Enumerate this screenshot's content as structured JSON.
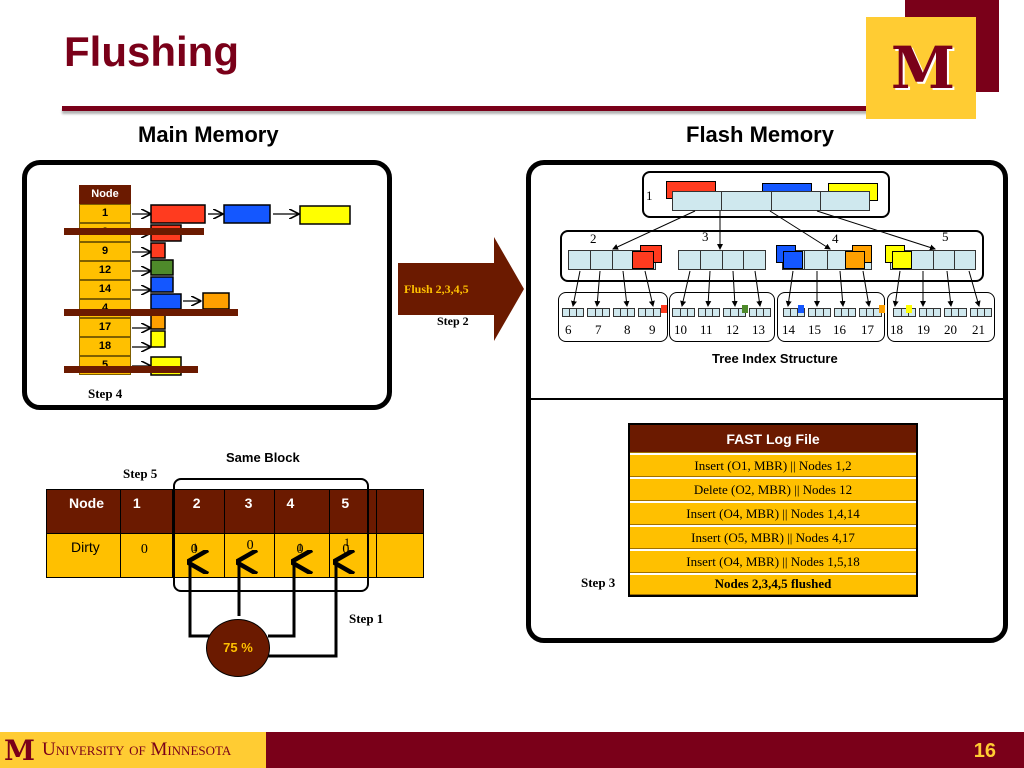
{
  "slide": {
    "title": "Flushing",
    "page_number": "16",
    "footer_text": "University of Minnesota",
    "logo_letter": "M"
  },
  "main_memory": {
    "heading": "Main Memory",
    "node_header": "Node",
    "nodes": [
      "1",
      "2",
      "9",
      "12",
      "14",
      "4",
      "17",
      "18",
      "5"
    ],
    "step4": "Step 4"
  },
  "flush": {
    "label": "Flush 2,3,4,5",
    "step2": "Step 2"
  },
  "flash_memory": {
    "heading": "Flash Memory",
    "root_label": "1",
    "level2_labels": [
      "2",
      "3",
      "4",
      "5"
    ],
    "leaf_labels": [
      "6",
      "7",
      "8",
      "9",
      "10",
      "11",
      "12",
      "13",
      "14",
      "15",
      "16",
      "17",
      "18",
      "19",
      "20",
      "21"
    ],
    "tree_caption": "Tree Index Structure"
  },
  "log_file": {
    "header": "FAST Log File",
    "entries": [
      "Insert (O1, MBR) || Nodes 1,2",
      "Delete (O2, MBR) || Nodes 12",
      "Insert (O4, MBR) || Nodes 1,4,14",
      "Insert (O5, MBR) || Nodes 4,17",
      "Insert (O4, MBR) || Nodes 1,5,18"
    ],
    "flushed": "Nodes 2,3,4,5 flushed",
    "step3": "Step 3"
  },
  "dirty_table": {
    "same_block": "Same Block",
    "step5": "Step 5",
    "step1": "Step 1",
    "node_label": "Node",
    "dirty_label": "Dirty",
    "node_ids": [
      "1",
      "2",
      "3",
      "4",
      "5",
      ""
    ],
    "dirty_new": [
      "0",
      "0",
      "0",
      "0",
      "0",
      ""
    ],
    "dirty_old": [
      "",
      "1",
      "",
      "1",
      "1",
      ""
    ],
    "percent": "75 %"
  },
  "colors": {
    "maroon": "#7a0019",
    "gold": "#ffcc33",
    "dark_brown": "#6b1a00",
    "cell_gold": "#ffc000"
  }
}
